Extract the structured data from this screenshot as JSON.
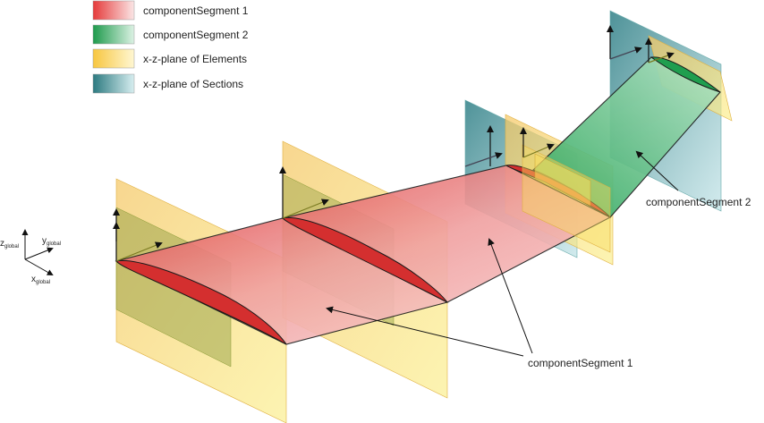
{
  "legend": {
    "items": [
      {
        "label": "componentSegment 1",
        "color": "#e23a3a",
        "light": "#fbe3e3"
      },
      {
        "label": "componentSegment 2",
        "color": "#1f9e4f",
        "light": "#d9f1e2"
      },
      {
        "label": "x-z-plane of Elements",
        "color": "#f6c84a",
        "light": "#fff6cf"
      },
      {
        "label": "x-z-plane of Sections",
        "color": "#2e7c82",
        "light": "#d4ecef"
      }
    ]
  },
  "axes": {
    "z": {
      "main": "z",
      "sub": "global"
    },
    "y": {
      "main": "y",
      "sub": "global"
    },
    "x": {
      "main": "x",
      "sub": "global"
    }
  },
  "callouts": {
    "segment1": "componentSegment 1",
    "segment2": "componentSegment 2"
  },
  "colors": {
    "segment1_fill": "#e86a6a",
    "segment2_fill": "#3db36a",
    "element_plane": "#f8d24f",
    "section_plane": "#4a8f95",
    "outline": "#1a1a1a"
  }
}
